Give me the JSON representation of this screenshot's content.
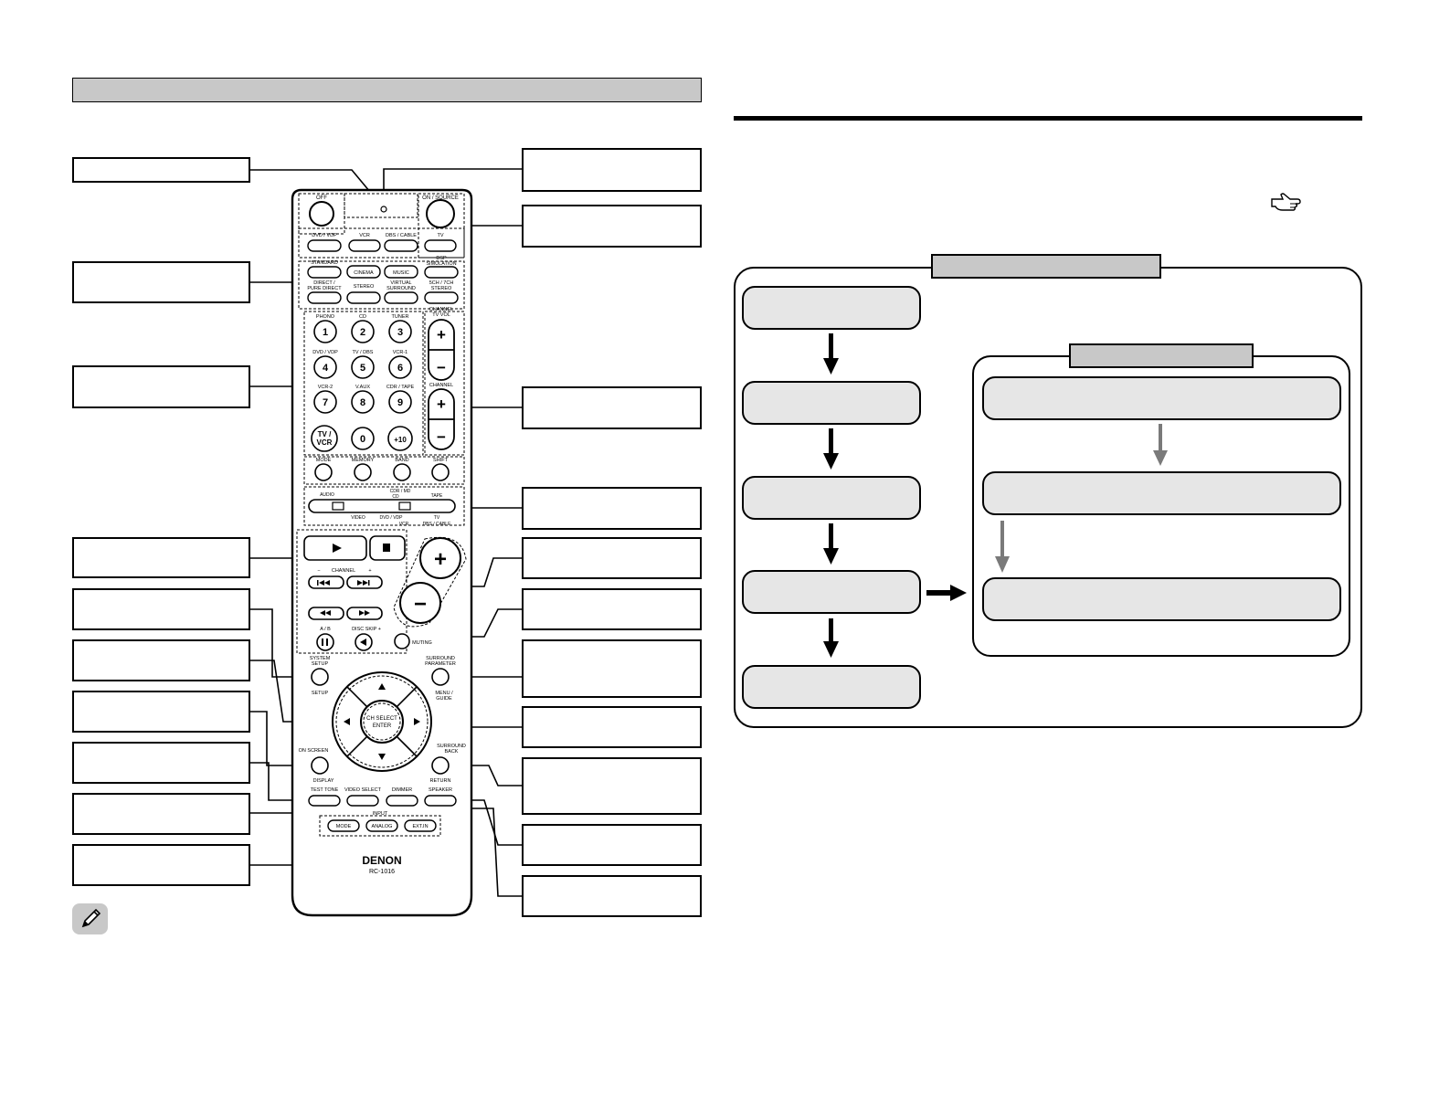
{
  "remote": {
    "buttons": {
      "off": "OFF",
      "on_source": "ON / SOURCE",
      "dvd_vdp": "DVD / VDP",
      "vcr": "VCR",
      "dbs_cable": "DBS / CABLE",
      "tv": "TV",
      "cinema": "CINEMA",
      "music": "MUSIC",
      "direct_pure_direct": [
        "DIRECT /",
        "PURE DIRECT"
      ],
      "stereo": "STEREO",
      "virtual_surround": [
        "VIRTUAL",
        "SURROUND"
      ],
      "ch_stereo": [
        "5CH / 7CH",
        "STEREO"
      ],
      "standard": "STANDARD",
      "dsp_simulation": [
        "DSP",
        "SIMULATION"
      ],
      "phono": "PHONO",
      "cd": "CD",
      "tuner": "TUNER",
      "dvd_vdp2": "DVD / VDP",
      "tv_dbs": "TV / DBS",
      "vcr1": "VCR-1",
      "vcr2": "VCR-2",
      "v_aux": "V.AUX",
      "cdr_tape": "CDR / TAPE",
      "tv_vcr": [
        "TV /",
        "VCR"
      ],
      "plus10": "+10",
      "digits": [
        "1",
        "2",
        "3",
        "4",
        "5",
        "6",
        "7",
        "8",
        "9",
        "0"
      ],
      "channel_tv_vol": [
        "CHANNEL",
        "TV VOL"
      ],
      "channel": "CHANNEL",
      "mode": "MODE",
      "memory": "MEMORY",
      "band": "BAND",
      "shift": "SHIFT",
      "audio": "AUDIO",
      "cdr_md": "CDR / MD",
      "cd_slider": "CD",
      "tape": "TAPE",
      "video": "VIDEO",
      "dvd_vdp_slider": "DVD / VDP",
      "vcr_slider": "VCR",
      "tv_slider": "TV",
      "dbs_cable_slider": "DBS / CABLE",
      "channel_minus_plus": [
        "−",
        "CHANNEL",
        "+"
      ],
      "a_b": "A / B",
      "disc_skip": "DISC SKIP +",
      "muting": "MUTING",
      "system_setup": [
        "SYSTEM",
        "SETUP"
      ],
      "setup": "SETUP",
      "surround_parameter": [
        "SURROUND",
        "PARAMETER"
      ],
      "menu_guide": [
        "MENU /",
        "GUIDE"
      ],
      "ch_select_enter": [
        "CH SELECT",
        "ENTER"
      ],
      "on_screen": "ON SCREEN",
      "display": "DISPLAY",
      "surround_back": [
        "SURROUND",
        "BACK"
      ],
      "return": "RETURN",
      "test_tone": "TEST TONE",
      "video_select": "VIDEO SELECT",
      "dimmer": "DIMMER",
      "speaker": "SPEAKER",
      "input": "INPUT",
      "input_mode": "MODE",
      "analog": "ANALOG",
      "ext_in": "EXT.IN",
      "brand": "DENON",
      "model": "RC-1016"
    }
  },
  "icons": {
    "note": "pencil-icon",
    "reference": "pointing-hand-icon"
  }
}
